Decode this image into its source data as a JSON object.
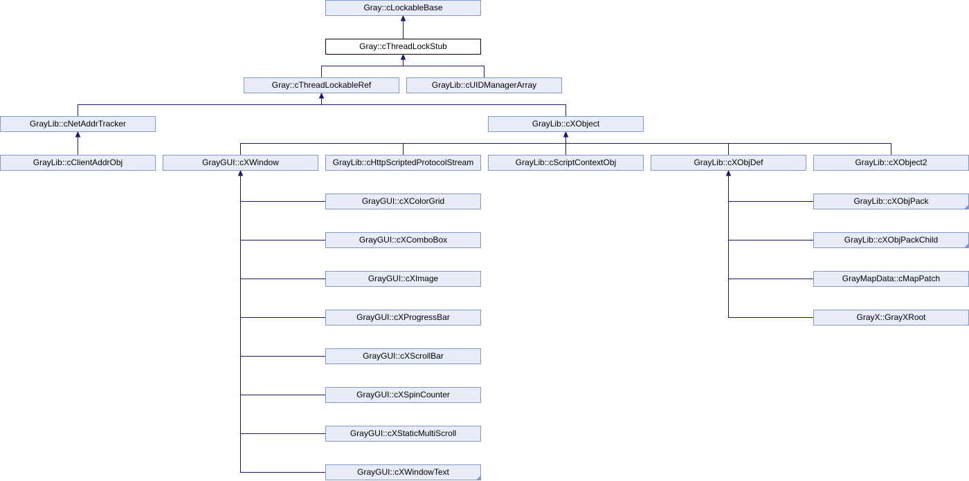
{
  "diagram": {
    "nodes": [
      {
        "id": "lockable_base",
        "label": "Gray::cLockableBase"
      },
      {
        "id": "thread_lock_stub",
        "label": "Gray::cThreadLockStub",
        "current": true
      },
      {
        "id": "thread_lockable_ref",
        "label": "Gray::cThreadLockableRef"
      },
      {
        "id": "uid_manager_array",
        "label": "GrayLib::cUIDManagerArray"
      },
      {
        "id": "net_addr_tracker",
        "label": "GrayLib::cNetAddrTracker"
      },
      {
        "id": "xobject",
        "label": "GrayLib::cXObject"
      },
      {
        "id": "client_addr_obj",
        "label": "GrayLib::cClientAddrObj"
      },
      {
        "id": "xwindow",
        "label": "GrayGUI::cXWindow"
      },
      {
        "id": "http_scripted_protocol_stream",
        "label": "GrayLib::cHttpScriptedProtocolStream"
      },
      {
        "id": "script_context_obj",
        "label": "GrayLib::cScriptContextObj"
      },
      {
        "id": "xobj_def",
        "label": "GrayLib::cXObjDef"
      },
      {
        "id": "xobject2",
        "label": "GrayLib::cXObject2"
      },
      {
        "id": "xcolor_grid",
        "label": "GrayGUI::cXColorGrid"
      },
      {
        "id": "xcombo_box",
        "label": "GrayGUI::cXComboBox"
      },
      {
        "id": "ximage",
        "label": "GrayGUI::cXImage"
      },
      {
        "id": "xprogress_bar",
        "label": "GrayGUI::cXProgressBar"
      },
      {
        "id": "xscroll_bar",
        "label": "GrayGUI::cXScrollBar"
      },
      {
        "id": "xspin_counter",
        "label": "GrayGUI::cXSpinCounter"
      },
      {
        "id": "xstatic_multi_scroll",
        "label": "GrayGUI::cXStaticMultiScroll"
      },
      {
        "id": "xwindow_text",
        "label": "GrayGUI::cXWindowText",
        "more": true
      },
      {
        "id": "xobj_pack",
        "label": "GrayLib::cXObjPack",
        "more": true
      },
      {
        "id": "xobj_pack_child",
        "label": "GrayLib::cXObjPackChild",
        "more": true
      },
      {
        "id": "map_patch",
        "label": "GrayMapData::cMapPatch"
      },
      {
        "id": "grayx_root",
        "label": "GrayX::GrayXRoot"
      }
    ],
    "edges": [
      {
        "from": "thread_lock_stub",
        "to": "lockable_base"
      },
      {
        "from": "thread_lockable_ref",
        "to": "thread_lock_stub"
      },
      {
        "from": "uid_manager_array",
        "to": "thread_lock_stub"
      },
      {
        "from": "net_addr_tracker",
        "to": "thread_lockable_ref"
      },
      {
        "from": "xobject",
        "to": "thread_lockable_ref"
      },
      {
        "from": "client_addr_obj",
        "to": "net_addr_tracker"
      },
      {
        "from": "xwindow",
        "to": "xobject"
      },
      {
        "from": "http_scripted_protocol_stream",
        "to": "xobject"
      },
      {
        "from": "script_context_obj",
        "to": "xobject"
      },
      {
        "from": "xobj_def",
        "to": "xobject"
      },
      {
        "from": "xobject2",
        "to": "xobject"
      },
      {
        "from": "xcolor_grid",
        "to": "xwindow"
      },
      {
        "from": "xcombo_box",
        "to": "xwindow"
      },
      {
        "from": "ximage",
        "to": "xwindow"
      },
      {
        "from": "xprogress_bar",
        "to": "xwindow"
      },
      {
        "from": "xscroll_bar",
        "to": "xwindow"
      },
      {
        "from": "xspin_counter",
        "to": "xwindow"
      },
      {
        "from": "xstatic_multi_scroll",
        "to": "xwindow"
      },
      {
        "from": "xwindow_text",
        "to": "xwindow"
      },
      {
        "from": "xobj_pack",
        "to": "xobj_def"
      },
      {
        "from": "xobj_pack_child",
        "to": "xobj_def"
      },
      {
        "from": "map_patch",
        "to": "xobj_def"
      },
      {
        "from": "grayx_root",
        "to": "xobj_def"
      }
    ],
    "colors": {
      "node_fill": "#e8ecf6",
      "node_border": "#8496c8",
      "current_fill": "#ffffff",
      "current_border": "#000000",
      "edge": "#191970"
    }
  }
}
